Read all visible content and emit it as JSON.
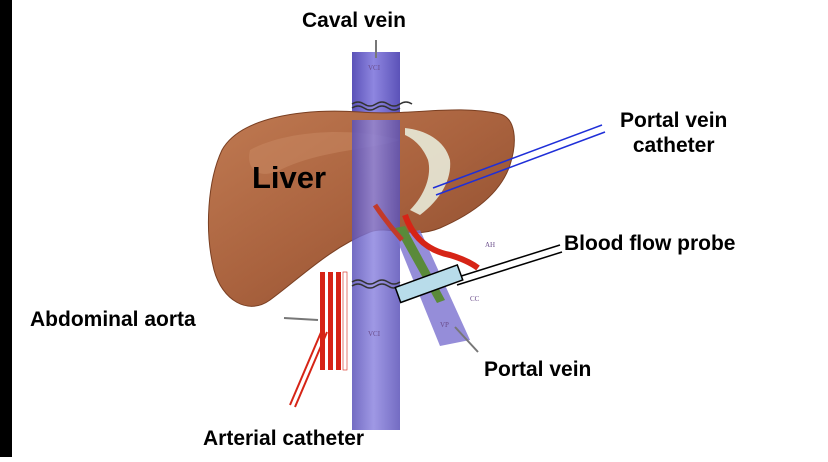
{
  "labels": {
    "caval_vein": "Caval vein",
    "portal_vein_catheter_line1": "Portal vein",
    "portal_vein_catheter_line2": "catheter",
    "liver": "Liver",
    "blood_flow_probe": "Blood flow probe",
    "abdominal_aorta": "Abdominal aorta",
    "portal_vein": "Portal vein",
    "arterial_catheter": "Arterial catheter"
  },
  "anatomy_tags": {
    "vci_top": "VCI",
    "vci_bottom": "VCI",
    "ah": "AH",
    "cc": "CC",
    "vp": "VP"
  },
  "colors": {
    "left_bar": "#000000",
    "liver": "#a9623e",
    "vena_cava": "#7b70cf",
    "artery": "#d62416",
    "portal_catheter": "#1f2fd8",
    "probe": "#b8dcea"
  }
}
